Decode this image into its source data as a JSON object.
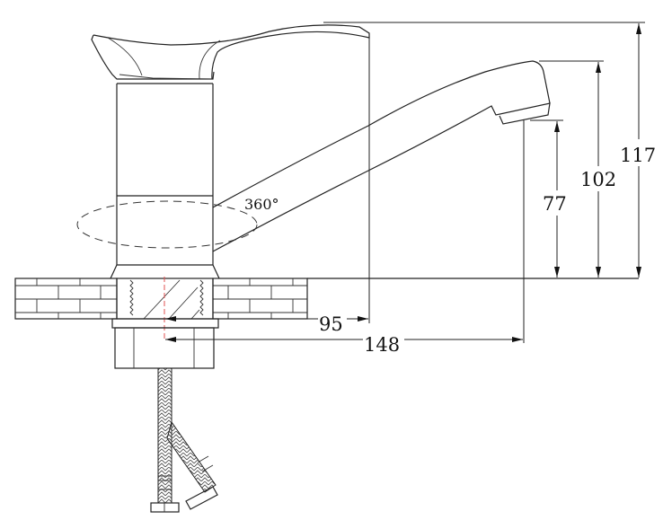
{
  "diagram": {
    "rotation_label": "360°",
    "dimensions": {
      "total_height": "117",
      "spout_top_height": "102",
      "spout_outlet_height": "77",
      "handle_reach": "95",
      "spout_reach": "148"
    },
    "colors": {
      "line": "#222222",
      "centerline": "#e05050",
      "background": "#ffffff"
    }
  }
}
